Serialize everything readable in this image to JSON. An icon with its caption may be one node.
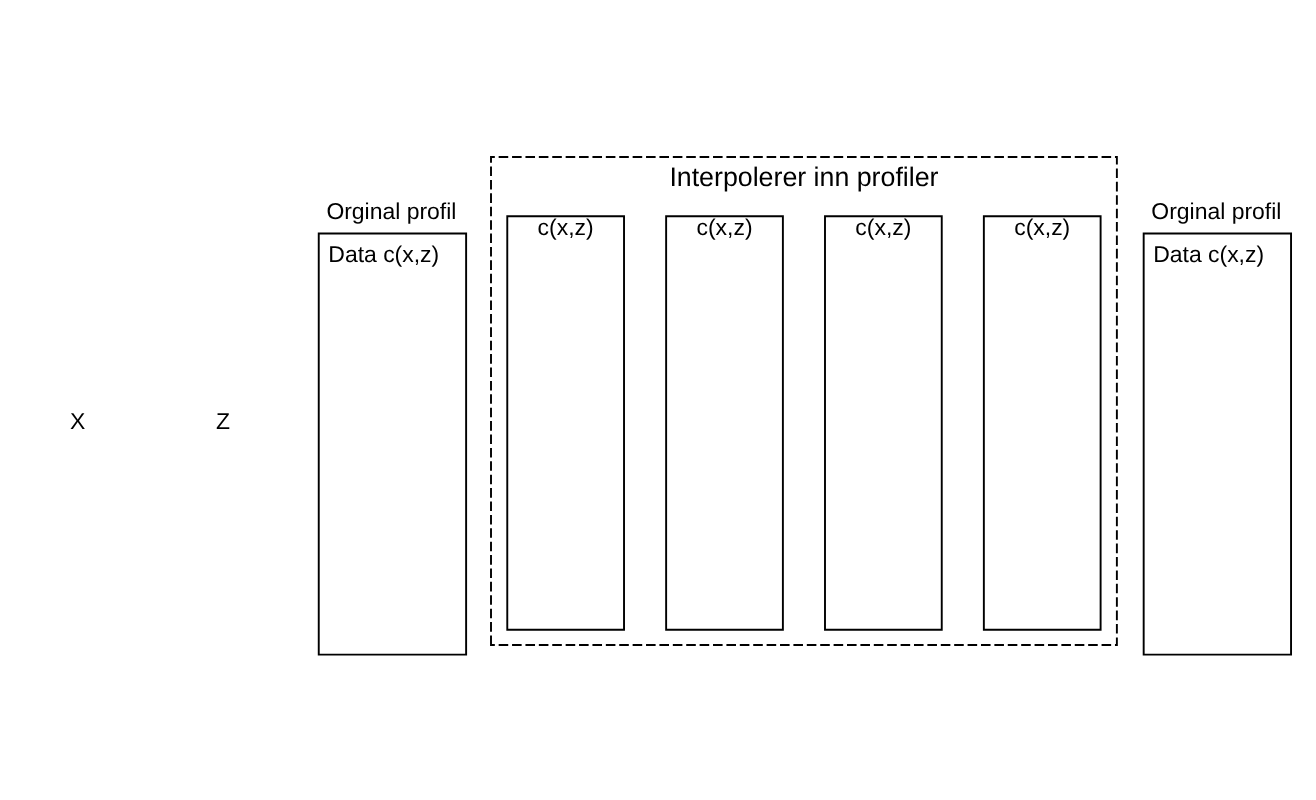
{
  "diagram": {
    "nodes": [
      {
        "text": [
          "Orginal profil",
          "Data c(x,z)"
        ]
      },
      {
        "text": [
          "Interpolerer inn profiler"
        ]
      },
      {
        "text": [
          "c(x,z)"
        ],
        "in": 1
      },
      {
        "text": [
          "c(x,z)"
        ],
        "in": 1
      },
      {
        "text": [
          "c(x,z)"
        ],
        "in": 1
      },
      {
        "text": [
          "c(x,z)"
        ],
        "in": 1
      },
      {
        "text": [
          "Orginal profil",
          "Data c(x,z)"
        ]
      }
    ],
    "edges": [],
    "labels": [
      "X",
      "Z"
    ]
  }
}
